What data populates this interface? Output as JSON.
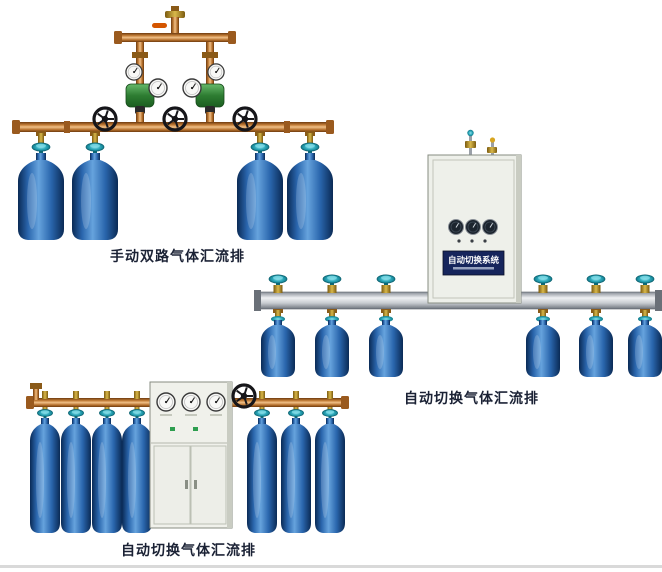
{
  "products": [
    {
      "caption": "手动双路气体汇流排"
    },
    {
      "caption": "自动切换气体汇流排"
    },
    {
      "caption": "自动切换气体汇流排"
    }
  ],
  "cabinet": {
    "plate_title": "自动切换系统"
  },
  "colors": {
    "caption_text": "#1b2235",
    "cylinder_blue": "#2a66ad",
    "valve_teal": "#1d96a8",
    "pipe_copper": "#b5702c",
    "regulator_green": "#2e7d32",
    "plate_navy": "#16255c",
    "rail_silver": "#c8ccd0",
    "cabinet_body": "#eef0ea"
  }
}
